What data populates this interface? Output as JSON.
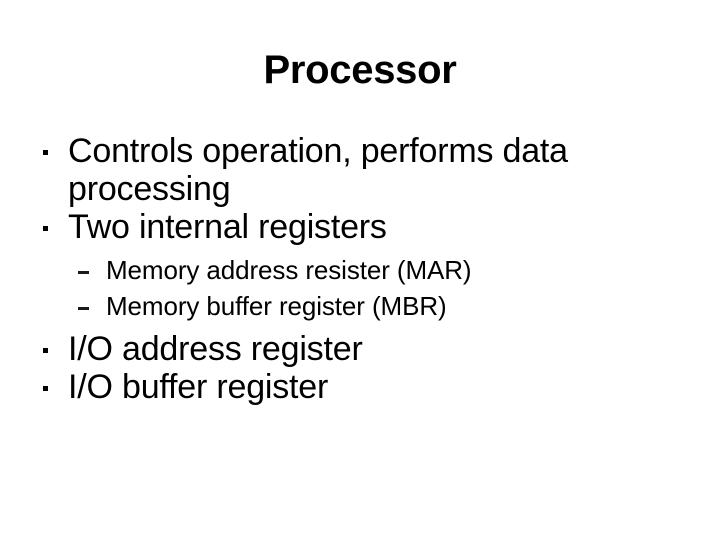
{
  "slide": {
    "title": "Processor",
    "background_color": "#ffffff",
    "text_color": "#000000",
    "bullets": [
      {
        "level": 1,
        "marker": "dot-bullet",
        "text": "Controls operation, performs data processing"
      },
      {
        "level": 1,
        "marker": "dot-bullet",
        "text": "Two internal registers"
      },
      {
        "level": 2,
        "marker": "dash-bullet",
        "text": "Memory address resister (MAR)"
      },
      {
        "level": 2,
        "marker": "dash-bullet",
        "text": "Memory buffer register (MBR)"
      },
      {
        "level": 1,
        "marker": "dot-bullet",
        "text": "I/O address register"
      },
      {
        "level": 1,
        "marker": "dot-bullet",
        "text": "I/O buffer register"
      }
    ]
  }
}
